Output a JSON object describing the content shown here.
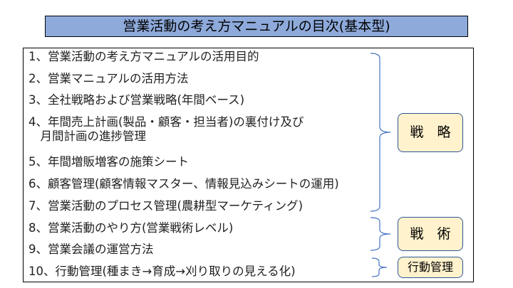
{
  "title": "営業活動の考え方マニュアルの目次(基本型)",
  "items": [
    "1、営業活動の考え方マニュアルの活用目的",
    "2、営業マニュアルの活用方法",
    "3、全社戦略および営業戦略(年間ベース)",
    "4、年間売上計画(製品・顧客・担当者)の裏付け及び",
    "　月間計画の進捗管理",
    "5、年間増販増客の施策シート",
    "6、顧客管理(顧客情報マスター、情報見込みシートの運用)",
    "7、営業活動のプロセス管理(農耕型マーケティング)",
    "8、営業活動のやり方(営業戦術レベル)",
    "9、営業会議の運営方法",
    "10、行動管理(種まき→育成→刈り取りの見える化)"
  ],
  "categories": {
    "strategy": "戦　略",
    "tactics": "戦　術",
    "action": "行動管理"
  },
  "colors": {
    "title_bg": "#8eaadb",
    "category_bg": "#fff2cc",
    "brace": "#4472c4"
  }
}
